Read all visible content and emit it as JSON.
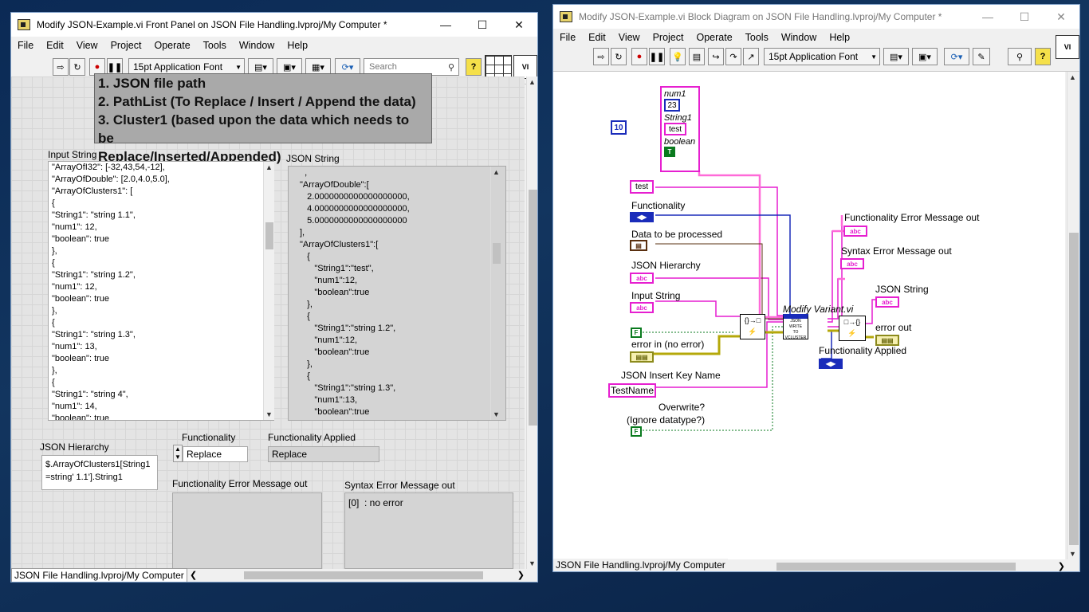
{
  "fp": {
    "title": "Modify JSON-Example.vi Front Panel on JSON File Handling.lvproj/My Computer *",
    "menu": [
      "File",
      "Edit",
      "View",
      "Project",
      "Operate",
      "Tools",
      "Window",
      "Help"
    ],
    "font_select": "15pt Application Font",
    "search_placeholder": "Search",
    "note_lines": [
      "1. JSON file path",
      "2. PathList (To Replace / Insert / Append the data)",
      "3. Cluster1 (based upon the data which needs to be",
      "Replace/Inserted/Appended)"
    ],
    "input_string_label": "Input String",
    "input_string_text": "\"ArrayOfI32\": [-32,43,54,-12],\n\"ArrayOfDouble\": [2.0,4.0,5.0],\n\"ArrayOfClusters1\": [\n{\n\"String1\": \"string 1.1\",\n\"num1\": 12,\n\"boolean\": true\n},\n{\n\"String1\": \"string 1.2\",\n\"num1\": 12,\n\"boolean\": true\n},\n{\n\"String1\": \"string 1.3\",\n\"num1\": 13,\n\"boolean\": true\n},\n{\n\"String1\": \"string 4\",\n\"num1\": 14,\n\"boolean\": true",
    "json_string_label": "JSON String",
    "json_string_text": "  ,\n\"ArrayOfDouble\":[\n   2.0000000000000000000,\n   4.0000000000000000000,\n   5.0000000000000000000\n],\n\"ArrayOfClusters1\":[\n   {\n      \"String1\":\"test\",\n      \"num1\":12,\n      \"boolean\":true\n   },\n   {\n      \"String1\":\"string 1.2\",\n      \"num1\":12,\n      \"boolean\":true\n   },\n   {\n      \"String1\":\"string 1.3\",\n      \"num1\":13,\n      \"boolean\":true\n   }",
    "json_hierarchy_label": "JSON Hierarchy",
    "json_hierarchy_value": "$.ArrayOfClusters1[String1\n=string' 1.1'].String1",
    "functionality_label": "Functionality",
    "functionality_value": "Replace",
    "functionality_applied_label": "Functionality Applied",
    "functionality_applied_value": "Replace",
    "func_err_label": "Functionality Error Message out",
    "syntax_err_label": "Syntax Error Message out",
    "syntax_err_value": "[0]  : no error",
    "status": "JSON File Handling.lvproj/My Computer"
  },
  "bd": {
    "title": "Modify JSON-Example.vi Block Diagram on JSON File Handling.lvproj/My Computer *",
    "menu": [
      "File",
      "Edit",
      "View",
      "Project",
      "Operate",
      "Tools",
      "Window",
      "Help"
    ],
    "font_select": "15pt Application Font",
    "const_10": "10",
    "cluster": {
      "num1_label": "num1",
      "num1_value": "23",
      "string1_label": "String1",
      "string1_value": "test",
      "boolean_label": "boolean",
      "boolean_value": "T"
    },
    "test_const": "test",
    "functionality": "Functionality",
    "data_processed": "Data to be processed",
    "json_hierarchy": "JSON Hierarchy",
    "input_string": "Input String",
    "error_in": "error in (no error)",
    "false_const": "F",
    "insert_key_label": "JSON Insert Key Name",
    "insert_key_value": "TestName",
    "overwrite_label": "Overwrite?",
    "ignore_label": "(Ignore datatype?)",
    "modify_variant": "Modify Variant.vi",
    "node_text": "JSON\nWRITE\nTO\nVCLUSTER",
    "func_err_out": "Functionality Error Message out",
    "syntax_err_out": "Syntax Error Message out",
    "json_string_out": "JSON String",
    "error_out": "error out",
    "func_applied": "Functionality Applied",
    "abc": "abc",
    "status": "JSON File Handling.lvproj/My Computer"
  }
}
